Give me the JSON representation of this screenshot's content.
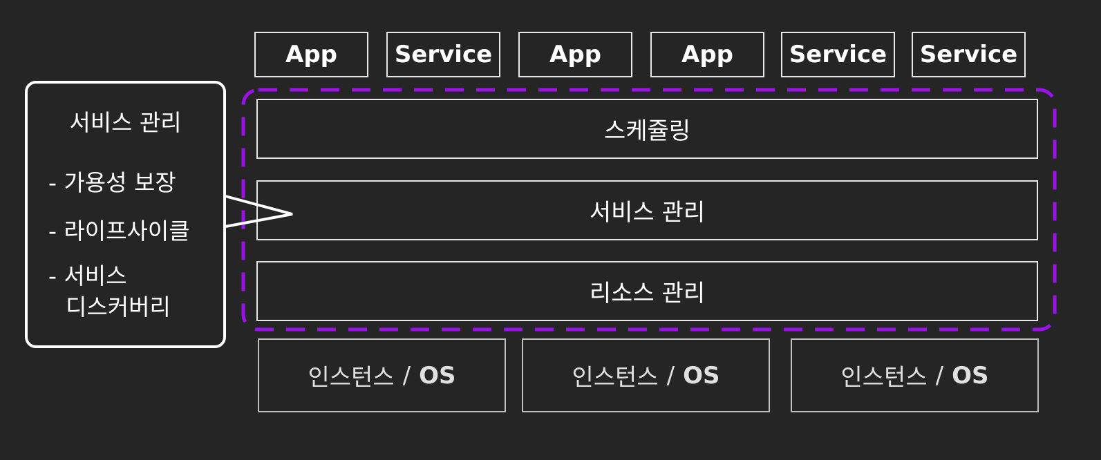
{
  "top_row": [
    {
      "label": "App"
    },
    {
      "label": "Service"
    },
    {
      "label": "App"
    },
    {
      "label": "App"
    },
    {
      "label": "Service"
    },
    {
      "label": "Service"
    }
  ],
  "layers": [
    {
      "label": "스케쥴링"
    },
    {
      "label": "서비스 관리"
    },
    {
      "label": "리소스 관리"
    }
  ],
  "instances": [
    {
      "prefix": "인스턴스",
      "slash": "/",
      "os": "OS"
    },
    {
      "prefix": "인스턴스",
      "slash": "/",
      "os": "OS"
    },
    {
      "prefix": "인스턴스",
      "slash": "/",
      "os": "OS"
    }
  ],
  "callout": {
    "title": "서비스 관리",
    "items": [
      "- 가용성 보장",
      "- 라이프사이클",
      "- 서비스",
      "디스커버리"
    ]
  },
  "colors": {
    "background": "#252525",
    "dashed_border": "#9a12e6",
    "box_border": "#e8e8e8"
  }
}
